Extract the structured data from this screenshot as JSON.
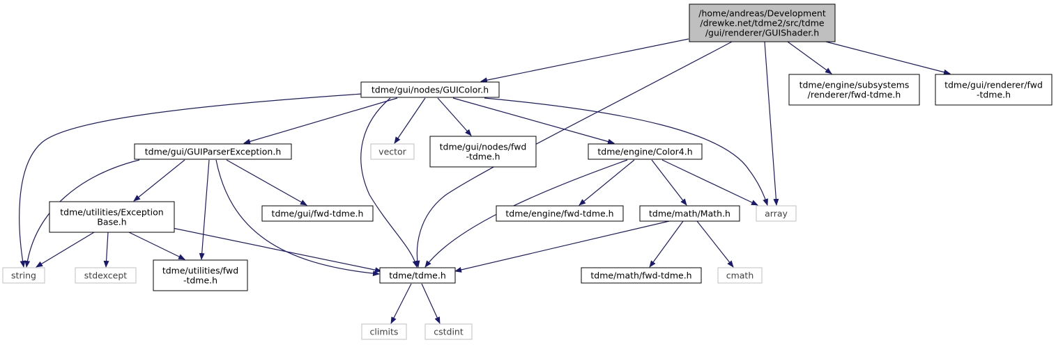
{
  "colors": {
    "edge": "#191970",
    "root_fill": "#bfbfbf",
    "node_border": "#000000",
    "external_border": "#bfbfbf",
    "background": "#ffffff"
  },
  "nodes": {
    "root": {
      "lines": [
        "/home/andreas/Development",
        "/drewke.net/tdme2/src/tdme",
        "/gui/renderer/GUIShader.h"
      ],
      "kind": "root"
    },
    "guicolor": {
      "lines": [
        "tdme/gui/nodes/GUIColor.h"
      ],
      "kind": "internal"
    },
    "subsys_fwd": {
      "lines": [
        "tdme/engine/subsystems",
        "/renderer/fwd-tdme.h"
      ],
      "kind": "internal"
    },
    "renderer_fwd": {
      "lines": [
        "tdme/gui/renderer/fwd",
        "-tdme.h"
      ],
      "kind": "internal"
    },
    "parserexc": {
      "lines": [
        "tdme/gui/GUIParserException.h"
      ],
      "kind": "internal"
    },
    "vector": {
      "lines": [
        "vector"
      ],
      "kind": "external"
    },
    "nodes_fwd": {
      "lines": [
        "tdme/gui/nodes/fwd",
        "-tdme.h"
      ],
      "kind": "internal"
    },
    "color4": {
      "lines": [
        "tdme/engine/Color4.h"
      ],
      "kind": "internal"
    },
    "excbase": {
      "lines": [
        "tdme/utilities/Exception",
        "Base.h"
      ],
      "kind": "internal"
    },
    "gui_fwd": {
      "lines": [
        "tdme/gui/fwd-tdme.h"
      ],
      "kind": "internal"
    },
    "engine_fwd": {
      "lines": [
        "tdme/engine/fwd-tdme.h"
      ],
      "kind": "internal"
    },
    "math": {
      "lines": [
        "tdme/math/Math.h"
      ],
      "kind": "internal"
    },
    "array": {
      "lines": [
        "array"
      ],
      "kind": "external"
    },
    "string": {
      "lines": [
        "string"
      ],
      "kind": "external"
    },
    "stdexcept": {
      "lines": [
        "stdexcept"
      ],
      "kind": "external"
    },
    "util_fwd": {
      "lines": [
        "tdme/utilities/fwd",
        "-tdme.h"
      ],
      "kind": "internal"
    },
    "tdme": {
      "lines": [
        "tdme/tdme.h"
      ],
      "kind": "internal"
    },
    "math_fwd": {
      "lines": [
        "tdme/math/fwd-tdme.h"
      ],
      "kind": "internal"
    },
    "cmath": {
      "lines": [
        "cmath"
      ],
      "kind": "external"
    },
    "climits": {
      "lines": [
        "climits"
      ],
      "kind": "external"
    },
    "cstdint": {
      "lines": [
        "cstdint"
      ],
      "kind": "external"
    }
  }
}
